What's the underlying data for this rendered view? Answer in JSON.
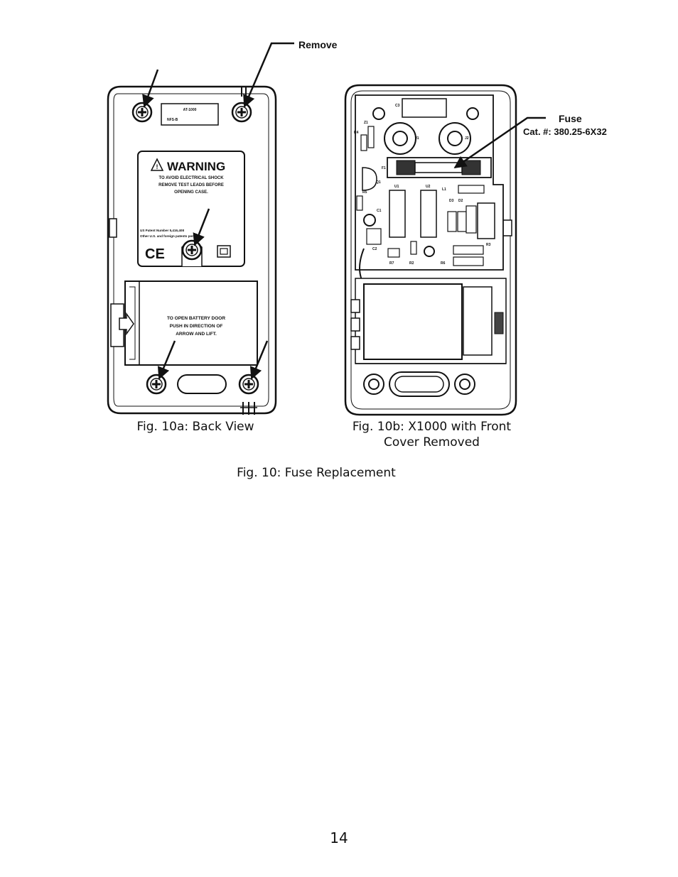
{
  "figure_a": {
    "callout_remove": "Remove",
    "warning": {
      "title": "WARNING",
      "line1": "TO AVOID ELECTRICAL SHOCK",
      "line2": "REMOVE TEST LEADS BEFORE",
      "line3": "OPENING CASE.",
      "patent1": "US Patent Number 5,416,408",
      "patent2": "Other U.S. and foreign patents pending",
      "ce_mark": "CE"
    },
    "model_label": "AT-1000",
    "model_sub": "NFS-B",
    "battery_text": {
      "line1": "TO OPEN BATTERY DOOR",
      "line2": "PUSH IN DIRECTION OF",
      "line3": "ARROW AND LIFT."
    },
    "caption": "Fig. 10a: Back View"
  },
  "figure_b": {
    "callout_fuse": "Fuse",
    "callout_cat": "Cat. #:  380.25-6X32",
    "board_labels": {
      "c3": "C3",
      "z1": "Z1",
      "r4": "R4",
      "j1": "J1",
      "j2": "J2",
      "f1": "F1",
      "q1": "Q1",
      "r5": "R5",
      "u1": "U1",
      "u2": "U2",
      "l1": "L1",
      "c1": "C1",
      "d3": "D3",
      "d2": "D2",
      "r3": "R3",
      "r2": "R2",
      "r6": "R6",
      "r7": "R7",
      "c2": "C2"
    },
    "caption_line1": "Fig. 10b: X1000 with Front",
    "caption_line2": "Cover Removed"
  },
  "caption_main": "Fig. 10: Fuse Replacement",
  "page_number": "14"
}
